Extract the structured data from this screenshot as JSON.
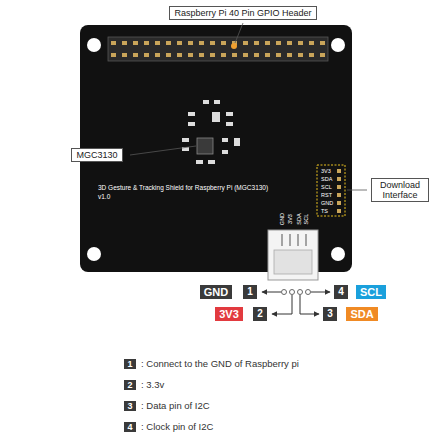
{
  "diagram": {
    "nodes": [
      {
        "text": [
          "Raspberry Pi 40 Pin GPIO Header"
        ]
      },
      {
        "text": [
          "MGC3130"
        ]
      },
      {
        "text": [
          "Download Interface"
        ]
      },
      {
        "text": [
          "GND"
        ]
      },
      {
        "text": [
          "1"
        ]
      },
      {
        "text": [
          "4"
        ]
      },
      {
        "text": [
          "SCL"
        ]
      },
      {
        "text": [
          "3V3"
        ]
      },
      {
        "text": [
          "2"
        ]
      },
      {
        "text": [
          "3"
        ]
      },
      {
        "text": [
          "SDA"
        ]
      },
      {
        "text": [
          "1"
        ]
      },
      {
        "text": [
          "2"
        ]
      },
      {
        "text": [
          "3"
        ]
      },
      {
        "text": [
          "4"
        ]
      }
    ],
    "labels": [
      "3D Gesture & Tracking Shield for Raspberry Pi (MGC3130)",
      "v1.0",
      "3V3",
      "SDA",
      "SCL",
      "RST",
      "GND",
      "TS",
      "GND",
      "3V3",
      "SDA",
      "SCL",
      ": Connect to the GND of Raspberry pi",
      ": 3.3v",
      ": Data pin of I2C",
      ": Clock pin of I2C"
    ]
  }
}
